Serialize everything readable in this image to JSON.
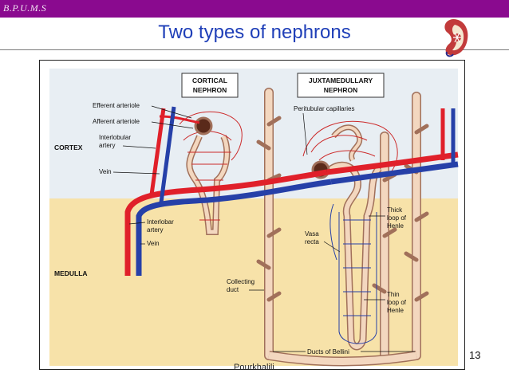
{
  "header": {
    "brand": "B.P.U.M.S",
    "brand_color": "#8a0a8f"
  },
  "slide": {
    "title": "Two types of nephrons",
    "title_color": "#1f3fb8",
    "page_number": "13",
    "author": "Pourkhalili"
  },
  "figure": {
    "regions": {
      "cortex": "CORTEX",
      "medulla": "MEDULLA"
    },
    "boxes": {
      "cortical_1": "CORTICAL",
      "cortical_2": "NEPHRON",
      "juxta_1": "JUXTAMEDULLARY",
      "juxta_2": "NEPHRON"
    },
    "labels": {
      "efferent": "Efferent arteriole",
      "afferent": "Afferent arteriole",
      "interlobular_1": "Interlobular",
      "interlobular_2": "artery",
      "vein_upper": "Vein",
      "interlobar_1": "Interlobar",
      "interlobar_2": "artery",
      "vein_lower": "Vein",
      "collecting_1": "Collecting",
      "collecting_2": "duct",
      "peritubular": "Peritubular capillaries",
      "vasa_1": "Vasa",
      "vasa_2": "recta",
      "thick_1": "Thick",
      "thick_2": "loop of",
      "thick_3": "Henle",
      "thin_1": "Thin",
      "thin_2": "loop of",
      "thin_3": "Henle",
      "bellini": "Ducts of Bellini"
    },
    "colors": {
      "cortex_bg": "#e8eef3",
      "medulla_bg": "#f7e2a9",
      "artery": "#e0202a",
      "vein": "#2640a8",
      "tubule": "#f3d7bf"
    }
  }
}
